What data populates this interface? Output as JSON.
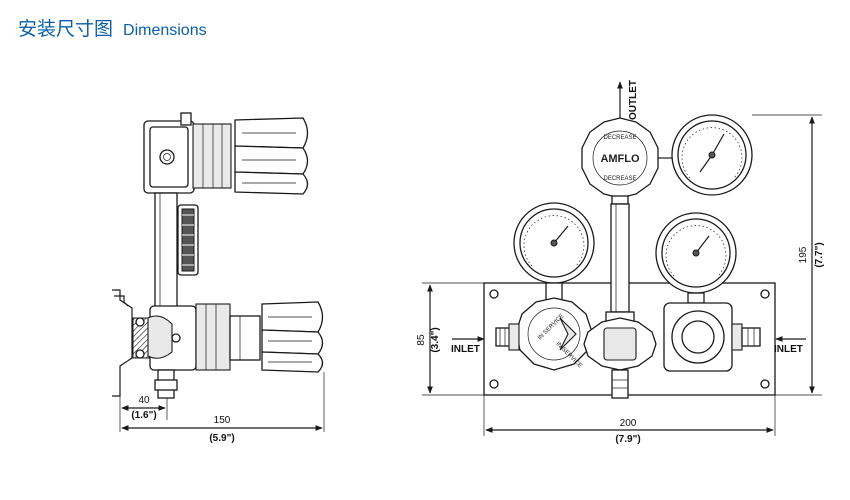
{
  "header": {
    "title_cn": "安装尺寸图",
    "title_en": "Dimensions"
  },
  "colors": {
    "title": "#0a5fa8",
    "line": "#1a1a1a"
  },
  "side_view": {
    "dim_small_mm": "40",
    "dim_small_in": "(1.6\")",
    "dim_width_mm": "150",
    "dim_width_in": "(5.9\")"
  },
  "front_view": {
    "outlet_label": "OUTLET",
    "inlet_left": "INLET",
    "inlet_right": "INLET",
    "brand": "AMFLO",
    "knob_text_top": "DECREASE",
    "knob_text_bottom": "DECREASE",
    "service_top": "IN SERVICE",
    "service_bottom": "IN SERVICE",
    "dim_height_mm": "85",
    "dim_height_in": "(3.4\")",
    "dim_total_h_mm": "195",
    "dim_total_h_in": "(7.7\")",
    "dim_width_mm": "200",
    "dim_width_in": "(7.9\")"
  }
}
